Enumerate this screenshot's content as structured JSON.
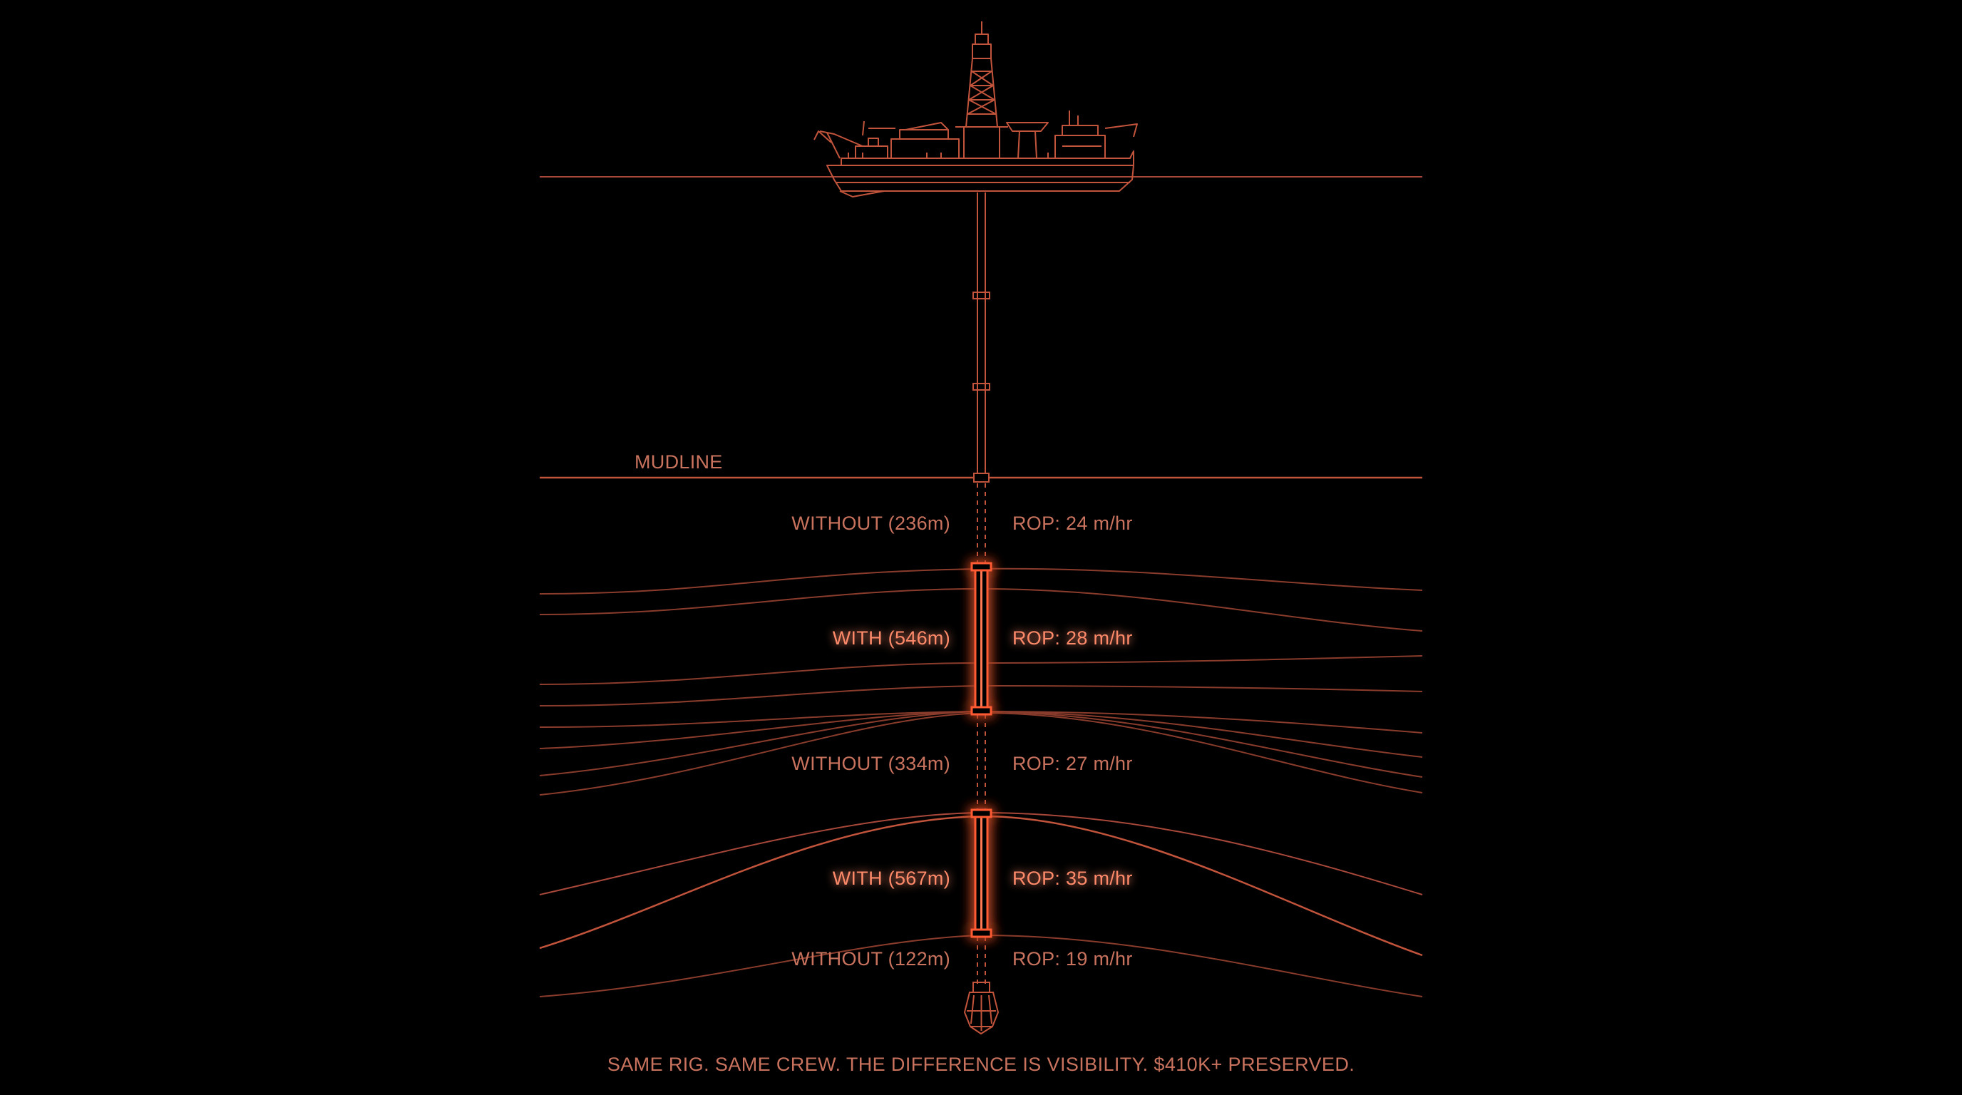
{
  "colors": {
    "background": "#000000",
    "line": "#c2543c",
    "line_dim": "#8a3c2c",
    "glow": "#ff5a33",
    "text": "#c9735e",
    "text_hot": "#ff8a6a"
  },
  "icons": {
    "vessel": "drillship-icon",
    "bit": "drill-bit-icon"
  },
  "mudline_label": "MUDLINE",
  "sections": [
    {
      "label": "WITHOUT (236m)",
      "rate": "ROP: 24 m/hr",
      "highlighted": false,
      "meters": 236
    },
    {
      "label": "WITH (546m)",
      "rate": "ROP: 28 m/hr",
      "highlighted": true,
      "meters": 546
    },
    {
      "label": "WITHOUT (334m)",
      "rate": "ROP: 27 m/hr",
      "highlighted": false,
      "meters": 334
    },
    {
      "label": "WITH (567m)",
      "rate": "ROP: 35 m/hr",
      "highlighted": true,
      "meters": 567
    },
    {
      "label": "WITHOUT (122m)",
      "rate": "ROP: 19 m/hr",
      "highlighted": false,
      "meters": 122
    }
  ],
  "caption": "SAME RIG. SAME CREW. THE DIFFERENCE IS VISIBILITY. $410K+ PRESERVED."
}
